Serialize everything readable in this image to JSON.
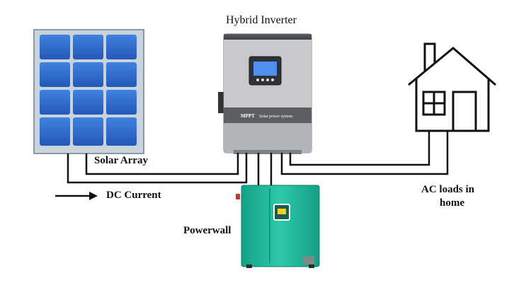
{
  "inverter": {
    "title": "Hybrid Inverter",
    "panel_text_brand": "MPPT",
    "panel_text_sub": "Solar power system"
  },
  "solar": {
    "label": "Solar Array"
  },
  "dc": {
    "label": "DC Current"
  },
  "powerwall": {
    "label": "Powerwall"
  },
  "home": {
    "label_line1": "AC loads in",
    "label_line2": "home"
  },
  "colors": {
    "panel_blue": "#2f6fd0",
    "panel_frame": "#bcc7d3",
    "inverter_body": "#b9bcc0",
    "inverter_dark": "#4a4d52",
    "battery": "#1fb69a",
    "wire": "#111111"
  }
}
